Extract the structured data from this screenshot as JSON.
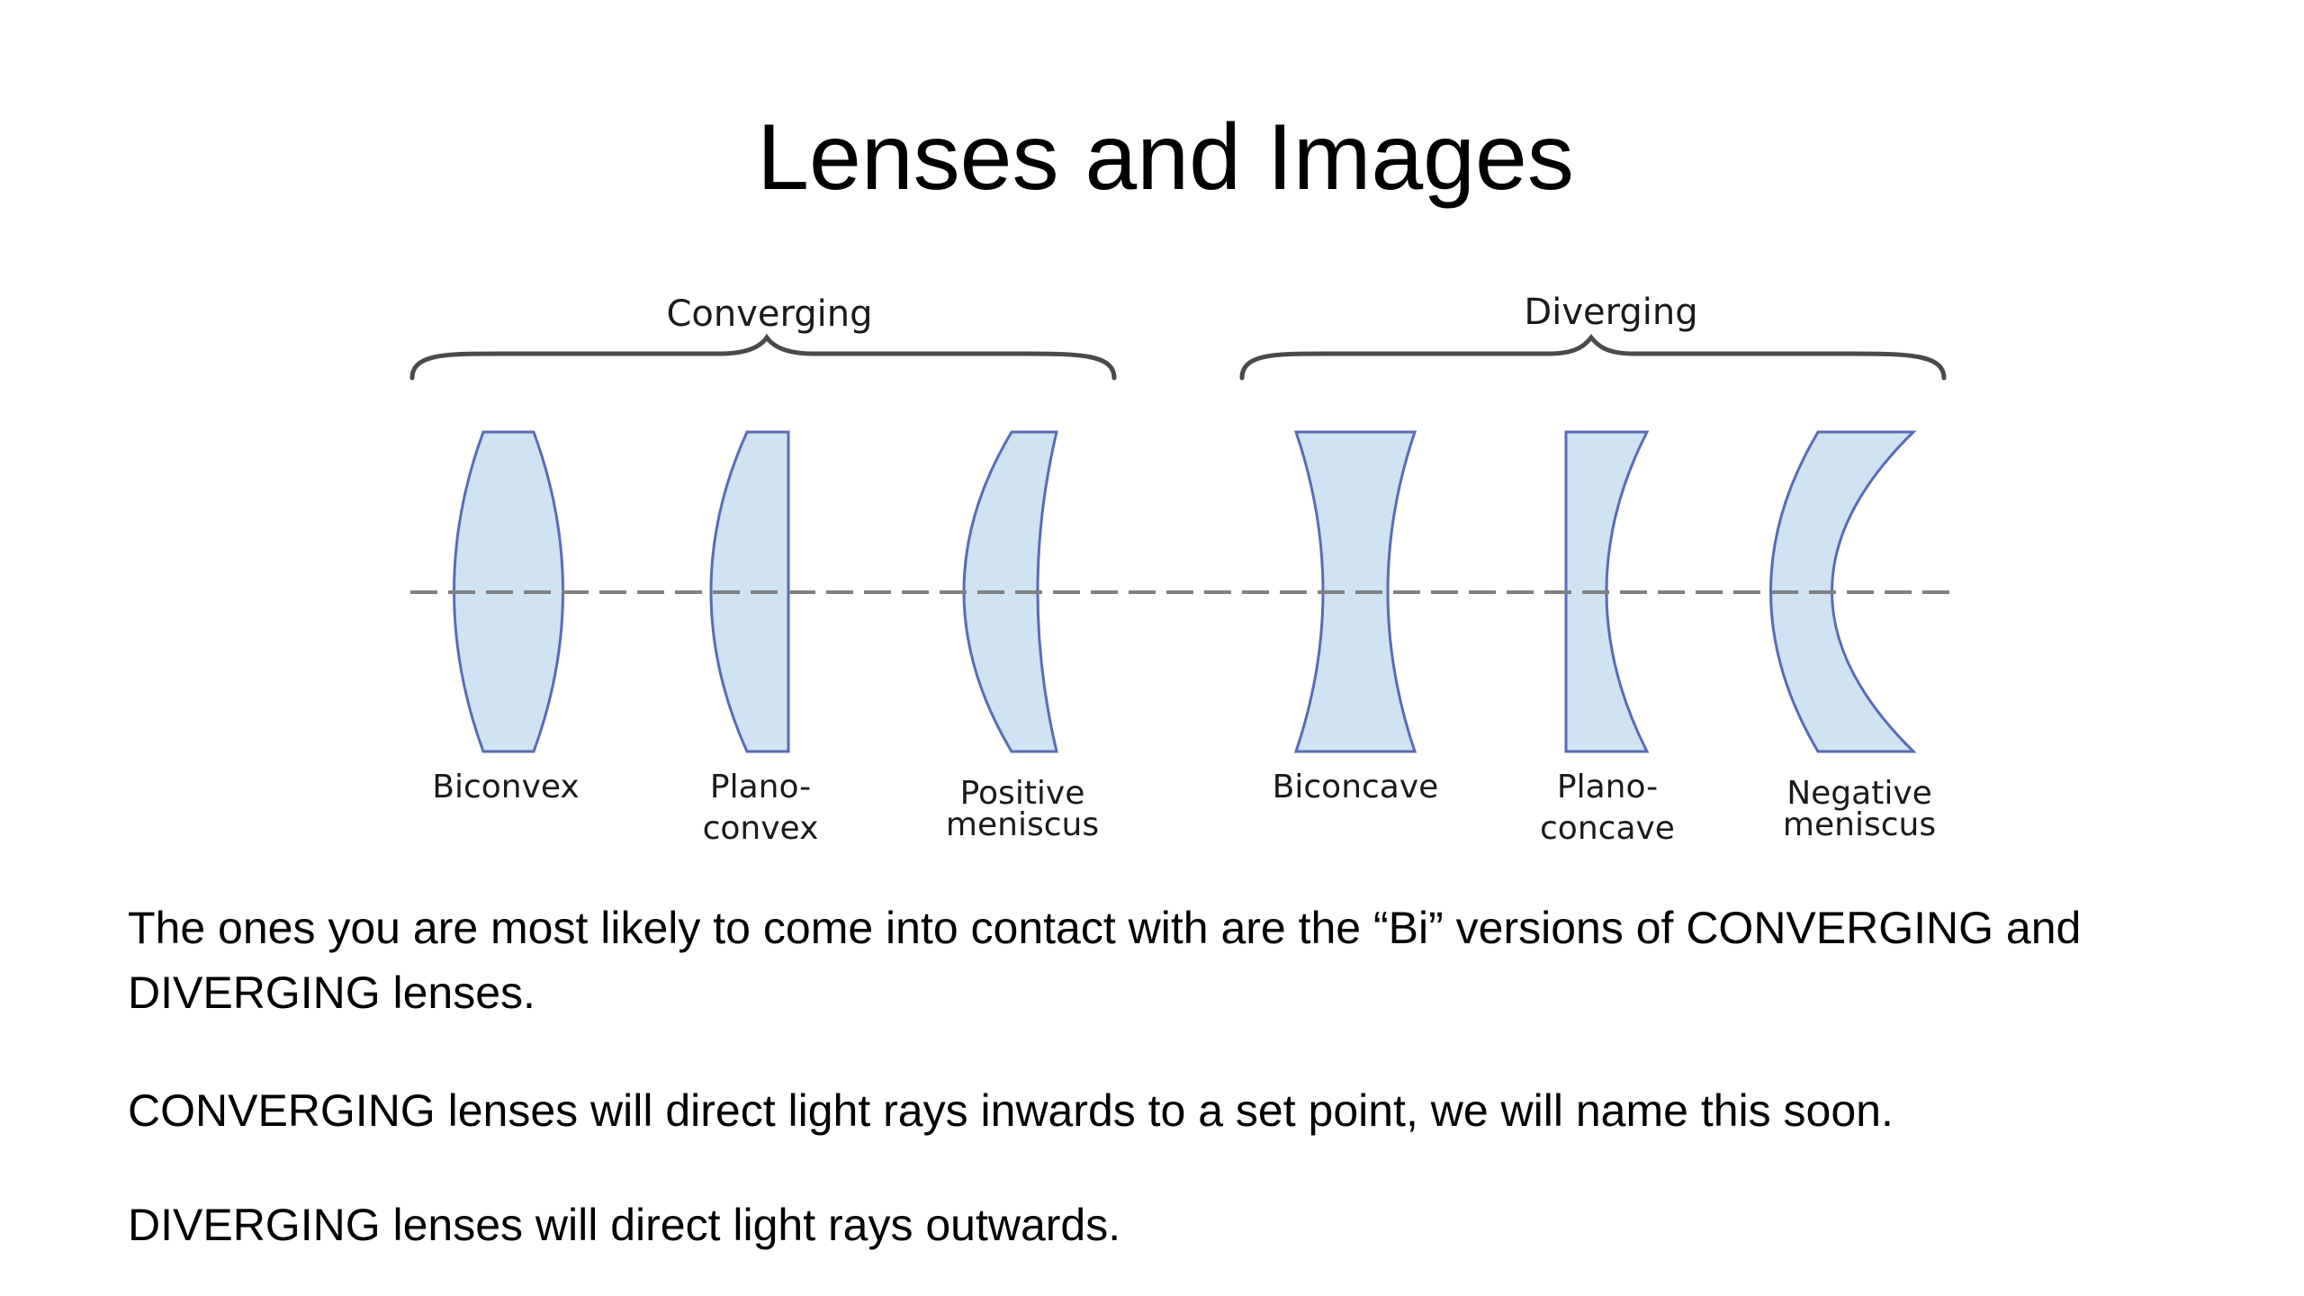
{
  "slide": {
    "title": "Lenses and Images"
  },
  "diagram": {
    "groups": {
      "converging": "Converging",
      "diverging": "Diverging"
    },
    "lenses": [
      {
        "line1": "Biconvex",
        "line2": ""
      },
      {
        "line1": "Plano-",
        "line2": "convex"
      },
      {
        "line1": "Positive",
        "line2": "meniscus"
      },
      {
        "line1": "Biconcave",
        "line2": ""
      },
      {
        "line1": "Plano-",
        "line2": "concave"
      },
      {
        "line1": "Negative",
        "line2": "meniscus"
      }
    ],
    "colors": {
      "lens_fill": "#cfe3f2",
      "lens_stroke": "#5a6bb5",
      "axis": "#808080",
      "brace": "#4a4a4a"
    }
  },
  "body": {
    "paragraph1": "The ones you are most likely to come into contact with are the “Bi” versions of CONVERGING and DIVERGING lenses.",
    "paragraph2": "CONVERGING lenses will direct light rays inwards to a set point, we will name this soon.",
    "paragraph3": "DIVERGING lenses will direct light rays outwards."
  }
}
